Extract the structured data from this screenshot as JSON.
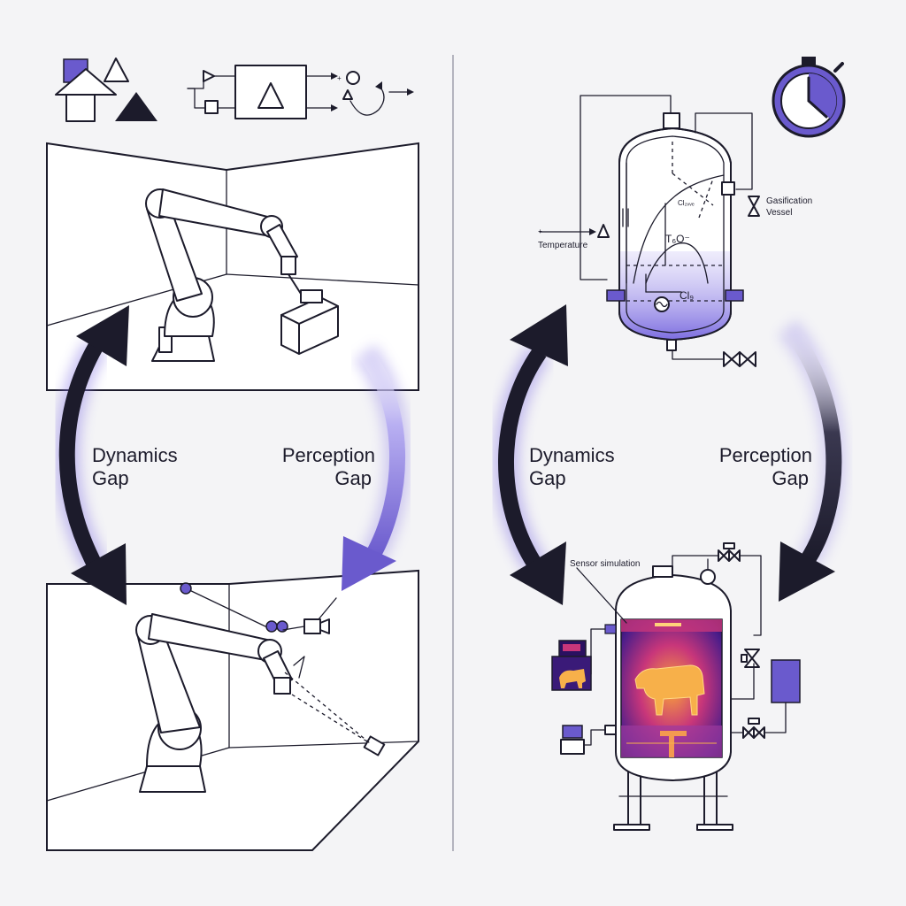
{
  "left_panel": {
    "dynamics_label_line1": "Dynamics",
    "dynamics_label_line2": "Gap",
    "perception_label_line1": "Perception",
    "perception_label_line2": "Gap"
  },
  "right_panel": {
    "dynamics_label_line1": "Dynamics",
    "dynamics_label_line2": "Gap",
    "perception_label_line1": "Perception",
    "perception_label_line2": "Gap",
    "vessel_title_line1": "Gasification",
    "vessel_title_line2": "Vessel",
    "temperature_label": "Temperature",
    "top_label": "Cl₂ᵥᵥₑ",
    "mid_formula": "T₆O⁻",
    "bottom_formula": "Cl₉",
    "sensor_label": "Sensor simulation"
  },
  "colors": {
    "accent": "#6a5acd",
    "ink": "#1c1b2b",
    "background": "#f4f4f6",
    "liquid": "#8a7be0"
  }
}
